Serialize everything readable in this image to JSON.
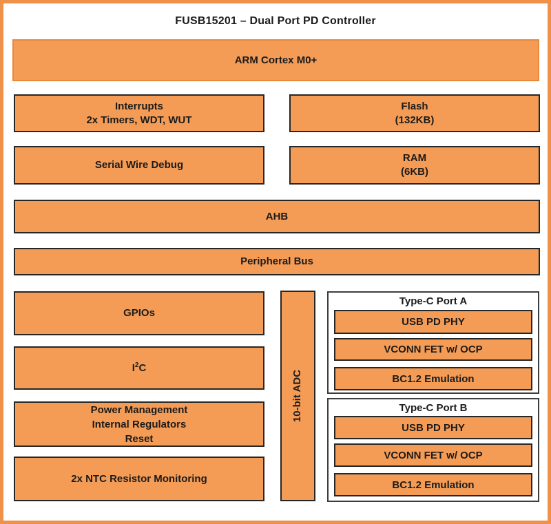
{
  "colors": {
    "page_border": "#F0914A",
    "block_fill": "#F49C55",
    "block_border": "#262626",
    "arm_border": "#E8883B",
    "port_box_border": "#3D3D3D",
    "text": "#1B1B1B"
  },
  "title": "FUSB15201 – Dual Port PD Controller",
  "blocks": {
    "arm_cortex": "ARM Cortex M0+",
    "interrupts": {
      "line1": "Interrupts",
      "line2": "2x Timers, WDT, WUT"
    },
    "flash": {
      "line1": "Flash",
      "line2": "(132KB)"
    },
    "serial_wire_debug": "Serial Wire Debug",
    "ram": {
      "line1": "RAM",
      "line2": "(6KB)"
    },
    "ahb": "AHB",
    "peripheral_bus": "Peripheral Bus",
    "gpios": "GPIOs",
    "i2c": {
      "base": "I",
      "sup": "2",
      "rest": "C"
    },
    "power_management": {
      "line1": "Power Management",
      "line2": "Internal Regulators",
      "line3": "Reset"
    },
    "ntc_monitoring": "2x NTC Resistor Monitoring",
    "adc": "10-bit ADC",
    "port_a": {
      "title": "Type-C Port A",
      "items": [
        "USB PD PHY",
        "VCONN FET w/ OCP",
        "BC1.2 Emulation"
      ]
    },
    "port_b": {
      "title": "Type-C Port B",
      "items": [
        "USB PD PHY",
        "VCONN FET w/ OCP",
        "BC1.2 Emulation"
      ]
    }
  }
}
